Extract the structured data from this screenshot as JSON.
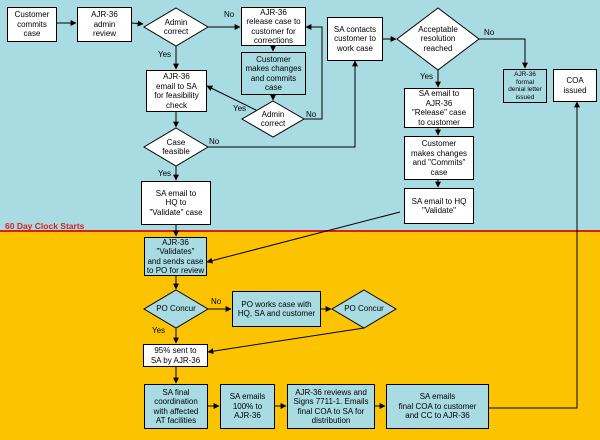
{
  "colors": {
    "upper_band": "#a9dbe2",
    "lower_band": "#fcc400",
    "clock_line": "#d41f1f",
    "box_fill": "#a9dbe2"
  },
  "clock_label": "60 Day Clock Starts",
  "nodes": {
    "customer_commits": "Customer\ncommits\ncase",
    "admin_review": "AJR-36\nadmin\nreview",
    "admin_correct_1": "Admin\ncorrect",
    "release_to_customer": "AJR-36\nrelease case to\ncustomer for\ncorrections",
    "customer_changes_1": "Customer\nmakes changes\nand commits\ncase",
    "admin_correct_2": "Admin\ncorrect",
    "email_feasibility": "AJR-36\nemail to SA\nfor feasibility\ncheck",
    "case_feasible": "Case\nfeasible",
    "sa_email_validate": "SA email to\nHQ to\n\"Validate\" case",
    "sa_contacts_customer": "SA contacts\ncustomer to\nwork case",
    "acceptable_resolution": "Acceptable\nresolution\nreached",
    "formal_denial": "AJR-36\nformal\ndenial letter\nissued",
    "coa_issued": "COA\nissued",
    "sa_email_release": "SA email to\nAJR-36\n\"Release\" case\nto customer",
    "customer_changes_2": "Customer\nmakes changes\nand \"Commits\"\ncase",
    "sa_email_hq_validate": "SA email to HQ\n\"Validate\"",
    "ajr_validates": "AJR-36\n\"Validates\"\nand sends case\nto PO for review",
    "po_concur_1": "PO Concur",
    "po_works_case": "PO works case with\nHQ, SA and customer",
    "po_concur_2": "PO Concur",
    "sent_95": "95% sent to\nSA by AJR-36",
    "sa_final_coord": "SA final\ncoordination\nwith affected\nAT facilities",
    "sa_emails_100": "SA emails\n100% to\nAJR-36",
    "ajr_reviews_signs": "AJR-36 reviews and\nSigns 7711-1.  Emails\nfinal COA to SA for\ndistribution",
    "sa_emails_final": "SA emails\nfinal COA to customer\nand CC to AJR-36"
  },
  "edge_labels": {
    "no_admin_1": "No",
    "yes_admin_1": "Yes",
    "yes_admin_2": "Yes",
    "no_admin_2": "No",
    "no_feasible": "No",
    "yes_feasible": "Yes",
    "no_acceptable": "No",
    "yes_acceptable": "Yes",
    "no_po": "No",
    "yes_po": "Yes"
  }
}
